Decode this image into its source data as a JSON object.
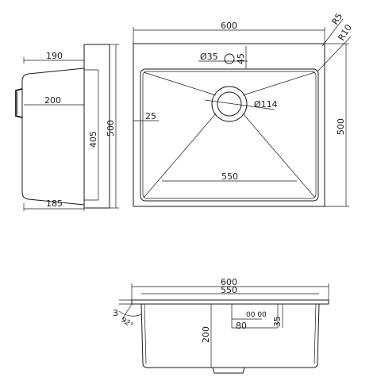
{
  "side_view": {
    "dim_top": "190",
    "dim_middle": "200",
    "dim_bottom": "185",
    "dim_inner_height": "405",
    "dim_outer_height": "500"
  },
  "top_view": {
    "dim_width": "600",
    "dim_corner_outer": "R5",
    "dim_corner_inner": "R10",
    "dim_tap_hole": "Ø35",
    "dim_tap_offset": "45",
    "dim_drain": "Ø114",
    "dim_rim": "25",
    "dim_bowl_width": "550",
    "dim_height": "500"
  },
  "front_view": {
    "dim_outer_width": "600",
    "dim_inner_width": "550",
    "dim_flange_thickness": "3",
    "dim_angle": "92°",
    "dim_overflow_label": "00 00",
    "dim_overflow_width": "80",
    "dim_overflow_depth": "35",
    "dim_depth": "200"
  }
}
